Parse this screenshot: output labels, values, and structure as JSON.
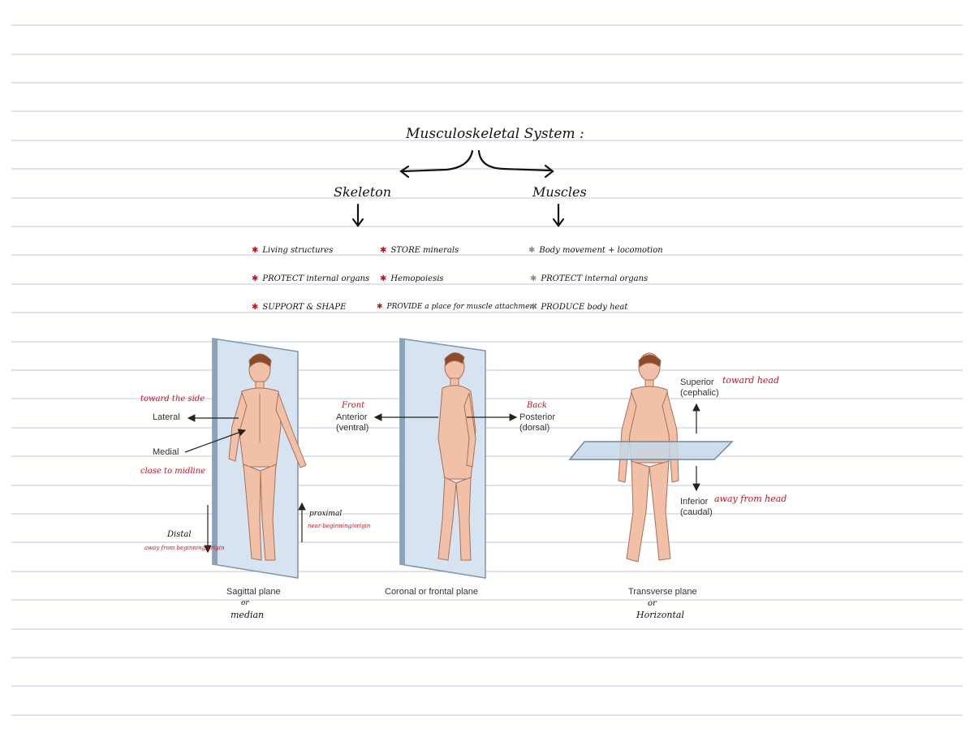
{
  "colors": {
    "rule_line": "#b8c8e0",
    "ink": "#111111",
    "red_ink": "#c4131b",
    "gray_star": "#8a8a8a",
    "plane_fill": "#d6e3f0",
    "plane_edge": "#7f95a8",
    "skin": "#f1c0a6"
  },
  "notes": {
    "title": "Musculoskeletal System :",
    "branch_left": "Skeleton",
    "branch_right": "Muscles",
    "skeleton_col1": [
      "Living structures",
      "PROTECT internal organs",
      "SUPPORT & SHAPE"
    ],
    "skeleton_col2": [
      "STORE minerals",
      "Hemopoiesis",
      "PROVIDE a place for muscle attachment"
    ],
    "muscles_col": [
      "Body movement + locomotion",
      "PROTECT internal organs",
      "PRODUCE body heat"
    ]
  },
  "figure": {
    "sagittal": {
      "toward_side_note": "toward the side",
      "lateral": "Lateral",
      "medial": "Medial",
      "close_midline_note": "close to midline",
      "proximal_note": "proximal",
      "proximal_sub": "near beginning/origin",
      "distal_note": "Distal",
      "distal_sub": "away from beginning/origin",
      "caption": "Sagittal plane",
      "caption_note_1": "or",
      "caption_note_2": "median"
    },
    "coronal": {
      "front_note": "Front",
      "anterior": "Anterior",
      "ventral": "(ventral)",
      "back_note": "Back",
      "posterior": "Posterior",
      "dorsal": "(dorsal)",
      "caption": "Coronal or frontal plane"
    },
    "transverse": {
      "superior": "Superior",
      "toward_head_note": "toward head",
      "cephalic": "(cephalic)",
      "inferior": "Inferior",
      "away_head_note": "away from head",
      "caudal": "(caudal)",
      "caption": "Transverse plane",
      "caption_note_1": "or",
      "caption_note_2": "Horizontal"
    }
  }
}
